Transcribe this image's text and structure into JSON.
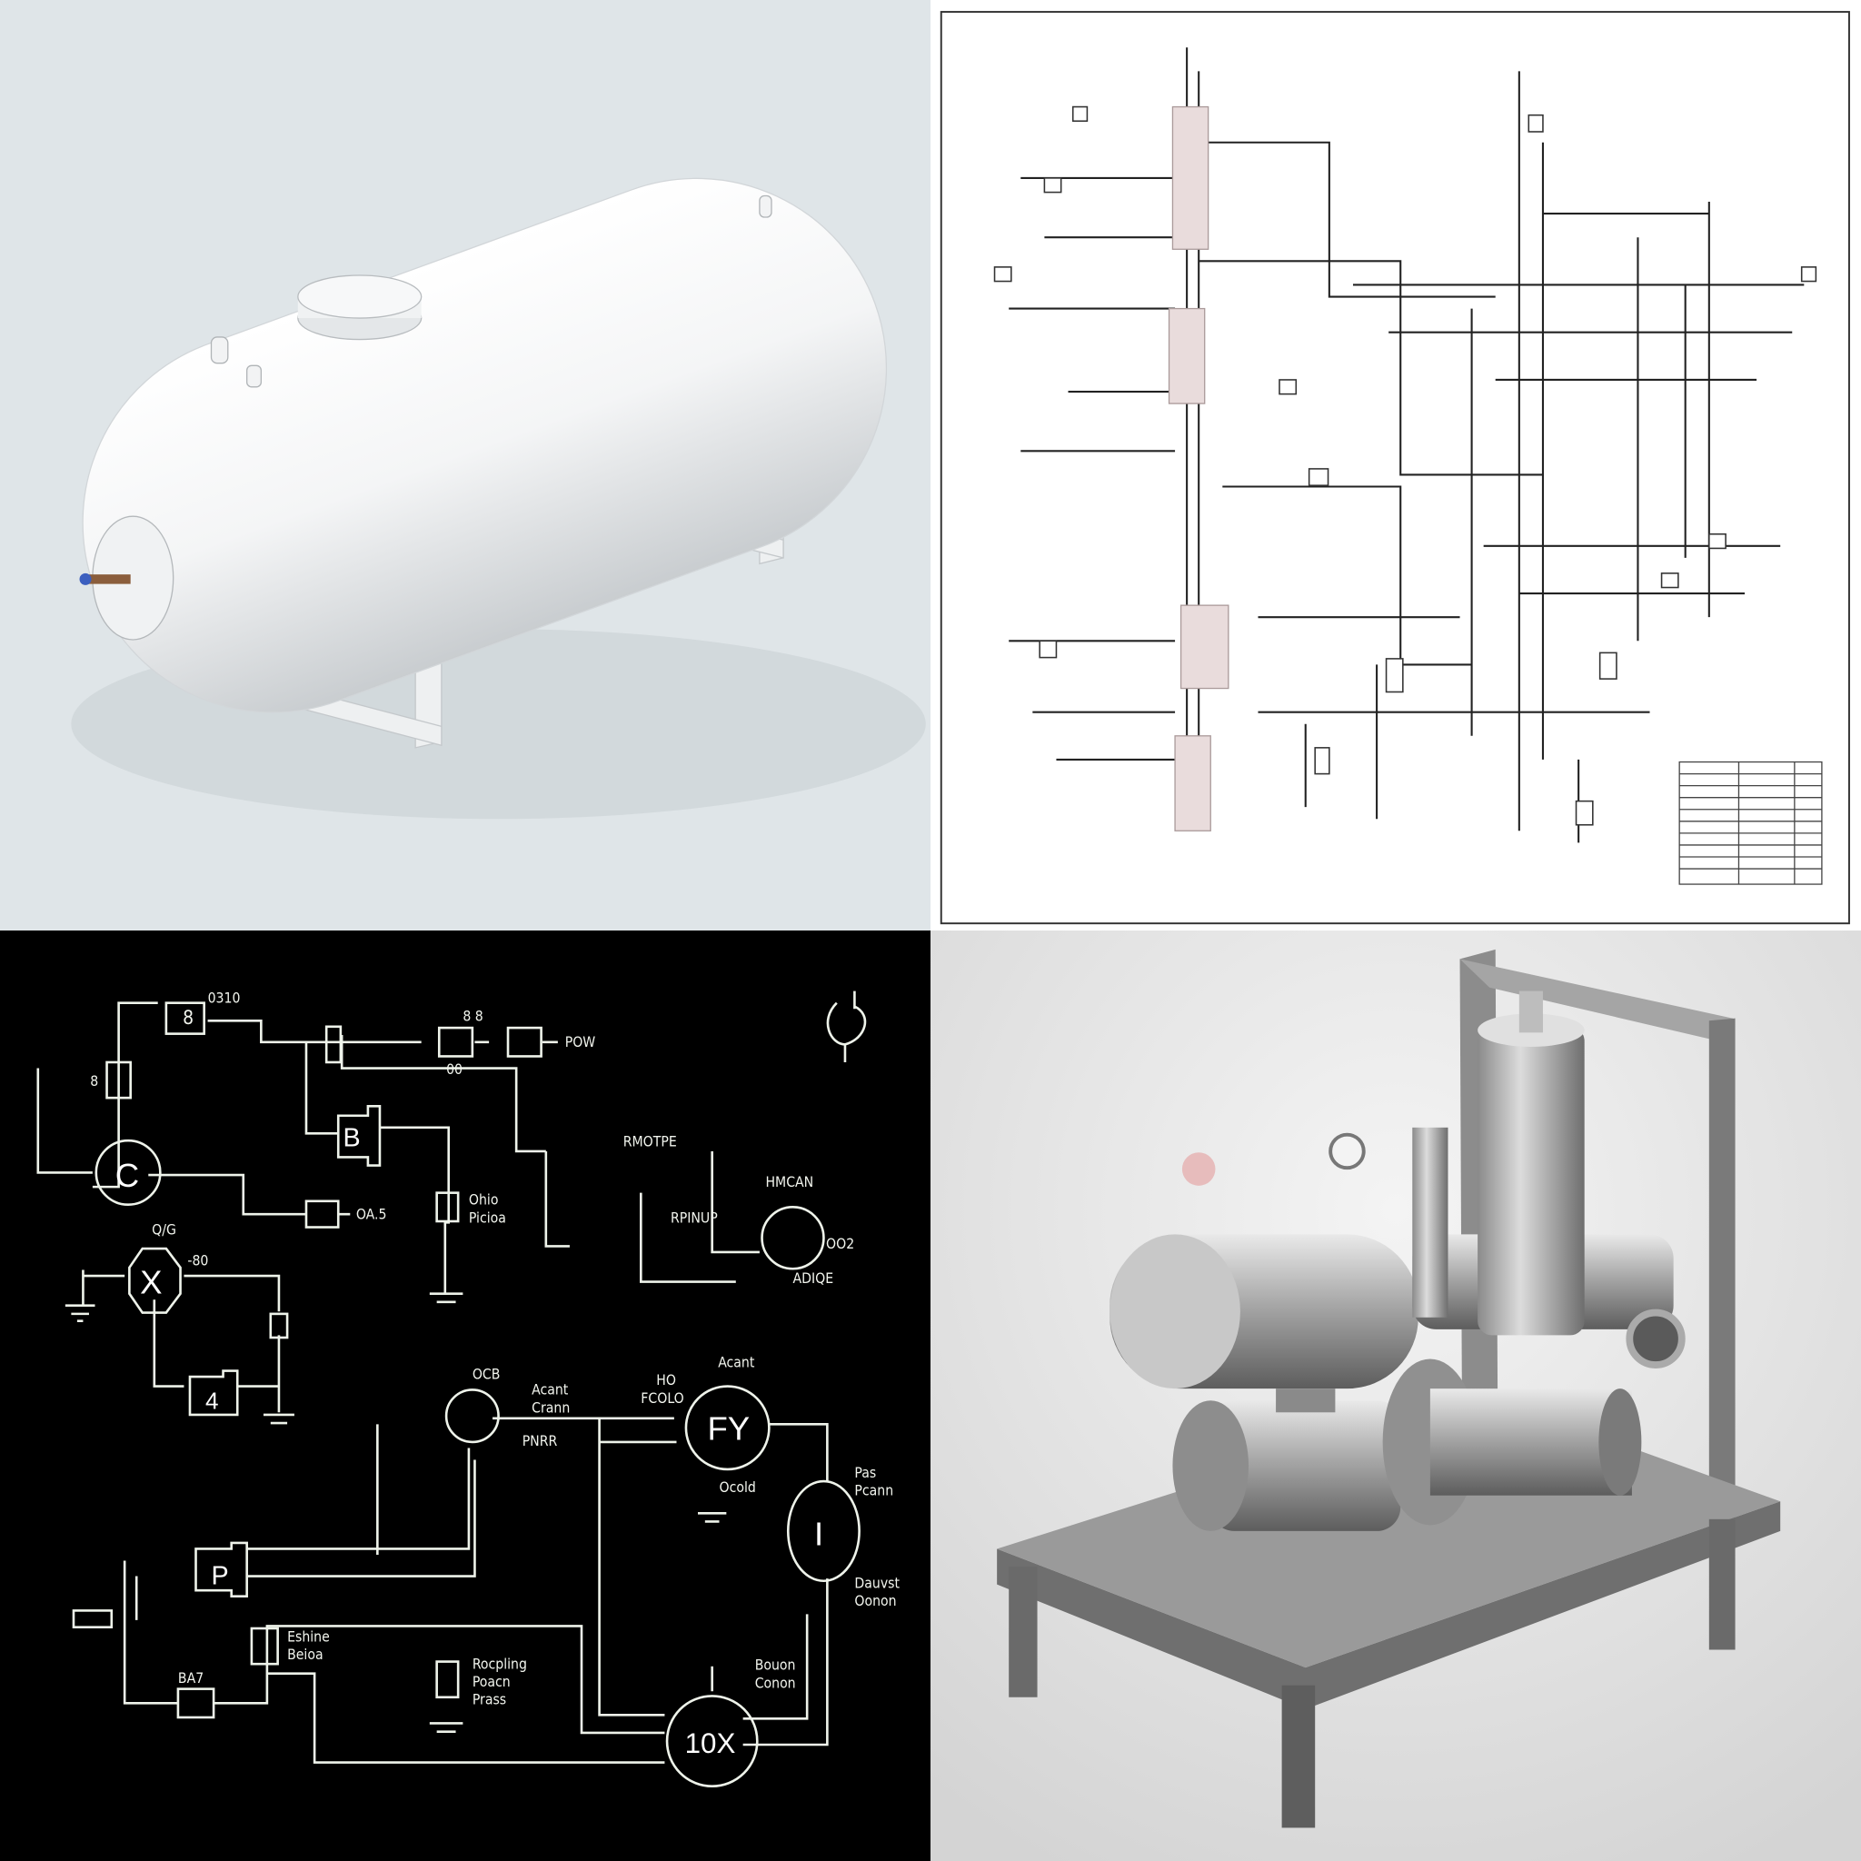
{
  "panels": {
    "tank_render": {
      "background": "#dfe5e8",
      "object": "horizontal-pressure-vessel"
    },
    "pid_drawing": {
      "background": "#ffffff",
      "line_color": "#222222"
    },
    "schematic": {
      "background": "#000000",
      "line_color": "#eef3ea",
      "labels": {
        "top_tag": "0310",
        "block_8": "8",
        "motor_c": "C",
        "block_b": "B",
        "block_x": "X",
        "x_tag": "-80",
        "x_top": "Q/G",
        "block_4": "4",
        "block_p": "P",
        "circle_fy": "FY",
        "circle_i": "I",
        "circle_10x": "10X",
        "pow": "POW",
        "oo": "00",
        "g8": "8 8",
        "ocb": "OCB",
        "oa5": "OA.5",
        "side8": "8",
        "ohio": "Ohio",
        "picioa": "Picioa",
        "rpinup": "RPINUP",
        "rmotpe": "RMOTPE",
        "hmcan": "HMCAN",
        "oo2": "OO2",
        "adiqe": "ADIQE",
        "acant": "Acant",
        "crann": "Crann",
        "pnrr": "PNRR",
        "hio": "HO",
        "fcolo": "FCOLO",
        "ocold": "Ocold",
        "pas": "Pas",
        "pcann": "Pcann",
        "dauvst": "Dauvst",
        "oonon": "Oonon",
        "eshine": "Eshine",
        "beioa": "Beioa",
        "rocpling": "Rocpling",
        "poacn": "Poacn",
        "prass": "Prass",
        "bouon": "Bouon",
        "conon": "Conon",
        "ba7": "BA7"
      }
    },
    "pump_render": {
      "background": "#e6e6e6",
      "object": "pump-skid"
    }
  }
}
